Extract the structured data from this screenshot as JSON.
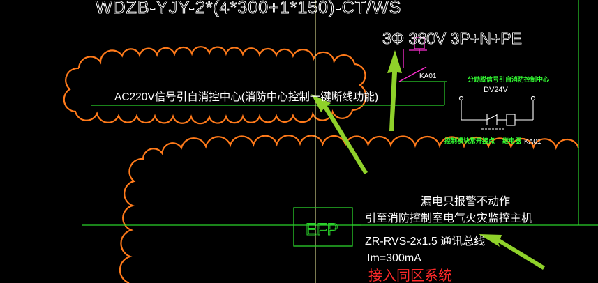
{
  "drawing": {
    "cable_spec": "WDZB-YJY-2*(4*300+1*150)-CT/WS",
    "phase_spec": "3Φ  380V 3P+N+PE",
    "ac_signal_note": "AC220V信号引自消控中心(消防中心控制一键断线功能)",
    "relay_title": "分励脱信号引自消防控制中心",
    "relay_voltage": "DV24V",
    "relay_contact_label": "控制模块常开接点",
    "relay_coil_label": "继电器",
    "relay_ref_bottom": "KA01",
    "relay_ref_top": "KA01",
    "efp_label": "EFP",
    "leakage_note": "漏电只报警不动作",
    "fire_monitor_note": "引至消防控制室电气火灾监控主机",
    "comm_cable": "ZR-RVS-2x1.5 通讯总线",
    "leakage_current": "Im=300mA",
    "red_note": "接入同区系统"
  },
  "colors": {
    "background": "#000000",
    "scallop": "#ff7a1a",
    "line_green": "#2bd12b",
    "text_white": "#ffffff",
    "relay_green": "#33ff33",
    "arrow": "#8fd12a",
    "magenta": "#ff2fd2",
    "red": "#ff2a2a",
    "crosshair": "#f3f3a0"
  }
}
